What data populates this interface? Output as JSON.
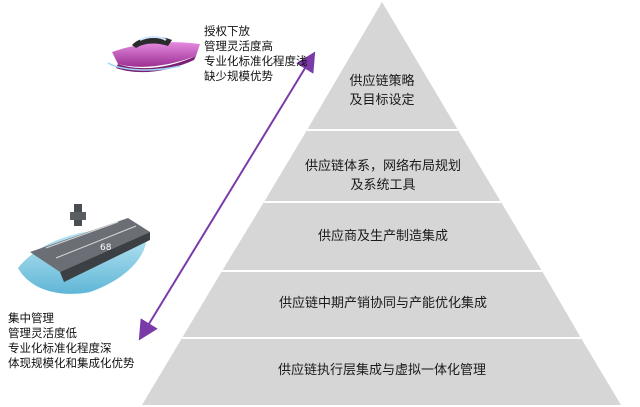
{
  "top_note": {
    "lines": "授权下放\n管理灵活度高\n专业化标准化程度浅\n缺少规模优势"
  },
  "bottom_note": {
    "lines": "集中管理\n管理灵活度低\n专业化标准化程度深\n体现规模化和集成化优势"
  },
  "pyramid": {
    "tiers": [
      {
        "label": "供应链策略\n及目标设定"
      },
      {
        "label": "供应链体系，网络布局规划\n及系统工具"
      },
      {
        "label": "供应商及生产制造集成"
      },
      {
        "label": "供应链中期产销协同与产能优化集成"
      },
      {
        "label": "供应链执行层集成与虚拟一体化管理"
      }
    ],
    "fill_color": "#d6d6d6",
    "line_color": "#ffffff"
  },
  "icons": {
    "top": "speedboat-icon",
    "bottom": "aircraft-carrier-icon",
    "arrow": "double-headed-arrow-icon"
  },
  "colors": {
    "arrow": "#7a3aa8",
    "boat_hull": "#c84fc0"
  }
}
